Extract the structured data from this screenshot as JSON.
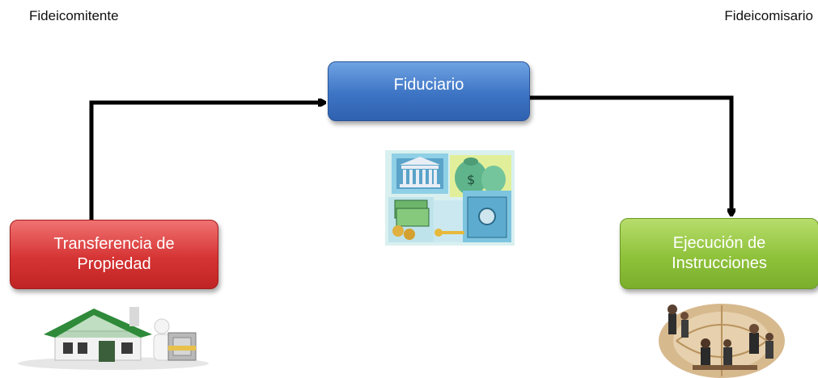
{
  "labels": {
    "left": "Fideicomitente",
    "right": "Fideicomisario"
  },
  "boxes": {
    "fiduciario": {
      "line1": "Fiduciario"
    },
    "transferencia": {
      "line1": "Transferencia de",
      "line2": "Propiedad"
    },
    "ejecucion": {
      "line1": "Ejecución de",
      "line2": "Instrucciones"
    }
  },
  "colors": {
    "blue": "#3d74c4",
    "red": "#d63434",
    "green": "#8fc23b",
    "arrow": "#000000"
  },
  "icons": {
    "money": "money-bank-clipart-icon",
    "house": "house-deed-icon",
    "business": "business-people-globe-icon"
  }
}
